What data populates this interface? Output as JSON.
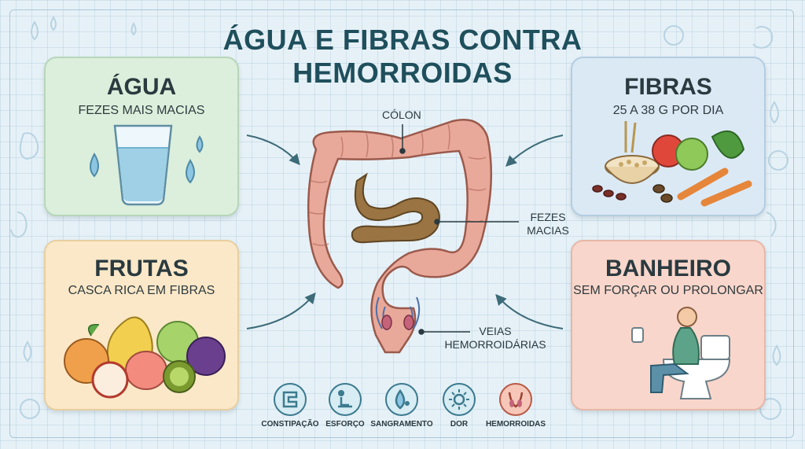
{
  "title": "ÁGUA E FIBRAS CONTRA HEMORROIDAS",
  "cards": {
    "agua": {
      "heading": "ÁGUA",
      "subtitle": "FEZES MAIS MACIAS"
    },
    "fibras": {
      "heading": "FIBRAS",
      "subtitle": "25 A 38 G POR DIA"
    },
    "frutas": {
      "heading": "FRUTAS",
      "subtitle": "CASCA RICA EM FIBRAS"
    },
    "banheiro": {
      "heading": "BANHEIRO",
      "subtitle": "SEM FORÇAR OU PROLONGAR"
    }
  },
  "anatomy": {
    "colon_label": "CÓLON",
    "stool_label": [
      "FEZES",
      "MACIAS"
    ],
    "veins_label": [
      "VEIAS",
      "HEMORROIDÁRIAS"
    ]
  },
  "symptoms": [
    {
      "label": "CONSTIPAÇÃO",
      "icon": "intestine-icon"
    },
    {
      "label": "ESFORÇO",
      "icon": "straining-icon"
    },
    {
      "label": "SANGRAMENTO",
      "icon": "blood-drop-icon"
    },
    {
      "label": "DOR",
      "icon": "pain-icon"
    },
    {
      "label": "HEMORROIDAS",
      "icon": "hemorrhoids-icon"
    }
  ],
  "colors": {
    "title": "#1f4f5c",
    "agua_card": "#dcefdc",
    "fibras_card": "#dbe9f5",
    "frutas_card": "#fbe8c8",
    "banheiro_card": "#f9d6cb",
    "colon": "#e9a99a",
    "stool": "#9a7442"
  }
}
